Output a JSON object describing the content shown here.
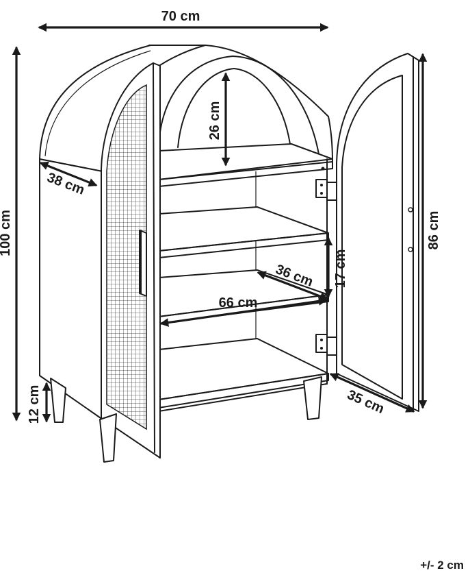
{
  "dimensions": {
    "width_top": "70 cm",
    "height_total": "100 cm",
    "depth_side": "38 cm",
    "arch_height": "26 cm",
    "shelf_depth": "36 cm",
    "shelf_spacing": "17 cm",
    "inner_width": "66 cm",
    "leg_height": "12 cm",
    "door_height": "86 cm",
    "door_width": "35 cm"
  },
  "tolerance": "+/- 2 cm",
  "colors": {
    "stroke": "#1a1a1a",
    "background": "#ffffff"
  }
}
